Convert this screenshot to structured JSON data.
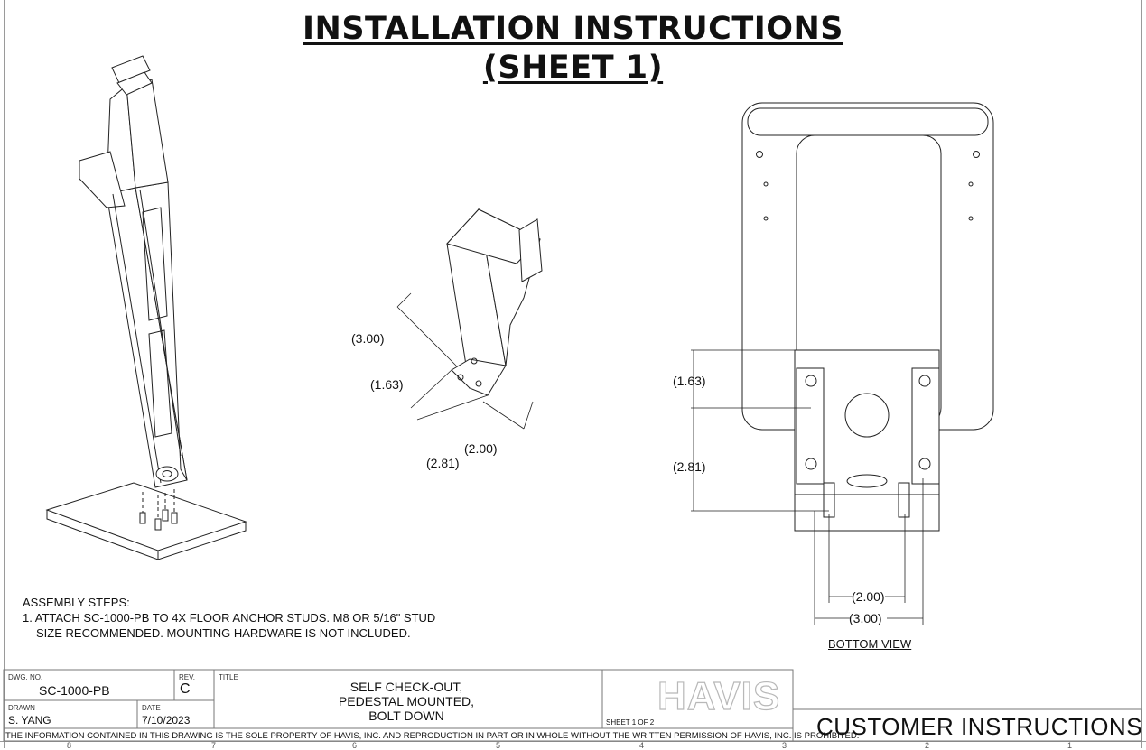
{
  "title": {
    "line1": "INSTALLATION INSTRUCTIONS",
    "line2": "(SHEET 1)"
  },
  "dimensions": {
    "iso_depth": "(3.00)",
    "iso_offset": "(1.63)",
    "iso_width": "(2.00)",
    "iso_spacing": "(2.81)",
    "bv_offset": "(1.63)",
    "bv_spacing": "(2.81)",
    "bv_inner_width": "(2.00)",
    "bv_outer_width": "(3.00)"
  },
  "bottom_view_label": "BOTTOM VIEW",
  "notes": {
    "heading": "ASSEMBLY STEPS:",
    "step1_line1": "1. ATTACH SC-1000-PB TO 4X FLOOR ANCHOR STUDS. M8 OR 5/16\" STUD",
    "step1_line2": "SIZE RECOMMENDED. MOUNTING HARDWARE IS NOT INCLUDED."
  },
  "title_block": {
    "dwg_no_label": "DWG.  NO.",
    "dwg_no": "SC-1000-PB",
    "rev_label": "REV.",
    "rev": "C",
    "title_label": "TITLE",
    "title_line1": "SELF CHECK-OUT,",
    "title_line2": "PEDESTAL MOUNTED,",
    "title_line3": "BOLT DOWN",
    "drawn_label": "DRAWN",
    "drawn": "S. YANG",
    "date_label": "DATE",
    "date": "7/10/2023",
    "sheet": "SHEET 1 OF 2",
    "logo": "HAVIS",
    "customer": "CUSTOMER INSTRUCTIONS",
    "proprietary": "THE INFORMATION CONTAINED IN THIS DRAWING IS THE SOLE PROPERTY OF HAVIS, INC. AND REPRODUCTION IN PART OR IN WHOLE WITHOUT THE WRITTEN PERMISSION OF HAVIS, INC. IS PROHIBITED."
  },
  "zones": [
    "8",
    "7",
    "6",
    "5",
    "4",
    "3",
    "2",
    "1"
  ]
}
